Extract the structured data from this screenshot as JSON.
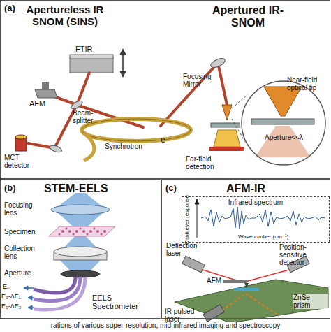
{
  "diagram": {
    "caption": "rations of various super-resolution, mid-infrared imaging and spectroscopy",
    "nodes": [
      {
        "text": [
          "(a)"
        ]
      },
      {
        "text": [
          "Near-field optical tip",
          "Aperture<<λ"
        ],
        "in": 0
      },
      {
        "text": [
          "(b)",
          "STEM-EELS"
        ]
      },
      {
        "text": [
          "(c)",
          "AFM-IR"
        ]
      },
      {
        "text": [
          "Infrared spectrum",
          "Cantilever response",
          "Wavenumber (cm⁻¹)"
        ],
        "in": 3
      }
    ],
    "labels": [
      "Apertureless IR SNOM (SINS)",
      "Apertured IR-SNOM",
      "FTIR",
      "AFM",
      "Beam-splitter",
      "MCT detector",
      "Synchrotron",
      "e⁻",
      "Focusing Mirror",
      "Far-field detection",
      "Focusing lens",
      "Specimen",
      "Collection lens",
      "Aperture",
      "EELS Spectrometer",
      "E₀",
      "E₀-ΔE₁",
      "E₀-ΔE₂",
      "Deflection laser",
      "Position-sensitive detector",
      "AFM",
      "ZnSe prism",
      "IR pulsed laser"
    ]
  }
}
